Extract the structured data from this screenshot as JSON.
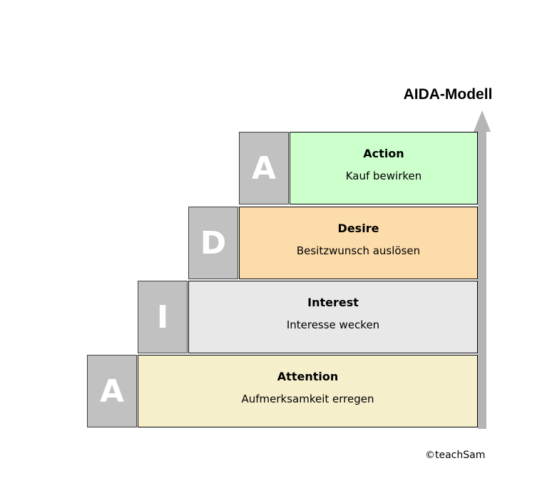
{
  "title": "AIDA-Modell",
  "copyright": "©teachSam",
  "colors": {
    "letter_box": "#c1c1c1",
    "letter_text": "#ffffff",
    "arrow": "#b5b5b5",
    "box_border": "#000000",
    "action_green": "#ccffcc",
    "desire_orange": "#fcdcaa",
    "interest_gray": "#e8e8e8",
    "attention_cream": "#f5efcc"
  },
  "steps": [
    {
      "letter": "A",
      "name": "Action",
      "description": "Kauf bewirken",
      "color": "#ccffcc"
    },
    {
      "letter": "D",
      "name": "Desire",
      "description": "Besitzwunsch auslösen",
      "color": "#fcdcaa"
    },
    {
      "letter": "I",
      "name": "Interest",
      "description": "Interesse wecken",
      "color": "#e8e8e8"
    },
    {
      "letter": "A",
      "name": "Attention",
      "description": "Aufmerksamkeit erregen",
      "color": "#f5efcc"
    }
  ]
}
